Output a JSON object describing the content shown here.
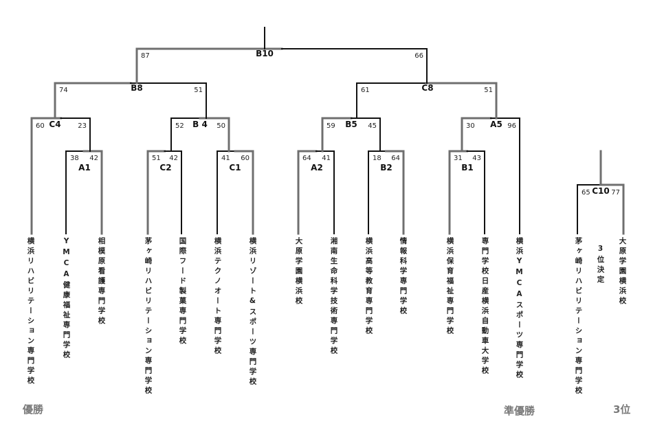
{
  "colors": {
    "winner": "#6f6f6f",
    "loser": "#111111"
  },
  "teams": [
    "横浜リハビリテーション専門学校",
    "YMCA健康福祉専門学校",
    "相模原看護専門学校",
    "茅ヶ崎リハビリテーション専門学校",
    "国際フード製菓専門学校",
    "横浜テクノオート専門学校",
    "横浜リゾート&スポーツ専門学校",
    "大原学園横浜校",
    "湘南生命科学技術専門学校",
    "横浜高等教育専門学校",
    "情報科学専門学校",
    "横浜保育福祉専門学校",
    "専門学校日産横浜自動車大学校",
    "横浜YMCAスポーツ専門学校",
    "茅ヶ崎リハビリテーション専門学校",
    "大原学園横浜校"
  ],
  "third_place_label": "3位決定",
  "results": {
    "champion": "優勝",
    "runner_up": "準優勝",
    "third": "3位"
  },
  "matches": {
    "A1": {
      "label": "A1",
      "left_score": "38",
      "right_score": "42",
      "winner": "right"
    },
    "C4": {
      "label": "C4",
      "left_score": "60",
      "right_score": "23",
      "winner": "left"
    },
    "C2": {
      "label": "C2",
      "left_score": "51",
      "right_score": "42",
      "winner": "left"
    },
    "C1": {
      "label": "C1",
      "left_score": "41",
      "right_score": "60",
      "winner": "right"
    },
    "B4": {
      "label": "B 4",
      "left_score": "52",
      "right_score": "50",
      "winner": "right"
    },
    "B8": {
      "label": "B8",
      "left_score": "74",
      "right_score": "51",
      "winner": "left"
    },
    "A2": {
      "label": "A2",
      "left_score": "64",
      "right_score": "41",
      "winner": "left"
    },
    "B2": {
      "label": "B2",
      "left_score": "18",
      "right_score": "64",
      "winner": "right"
    },
    "B5": {
      "label": "B5",
      "left_score": "59",
      "right_score": "45",
      "winner": "left"
    },
    "B1": {
      "label": "B1",
      "left_score": "31",
      "right_score": "43",
      "winner": "left"
    },
    "A5": {
      "label": "A5",
      "left_score": "30",
      "right_score": "96",
      "winner": "left"
    },
    "C8": {
      "label": "C8",
      "left_score": "61",
      "right_score": "51",
      "winner": "right"
    },
    "B10": {
      "label": "B10",
      "left_score": "87",
      "right_score": "66",
      "winner": "left"
    },
    "C10": {
      "label": "C10",
      "left_score": "65",
      "right_score": "77",
      "winner": "right"
    }
  }
}
